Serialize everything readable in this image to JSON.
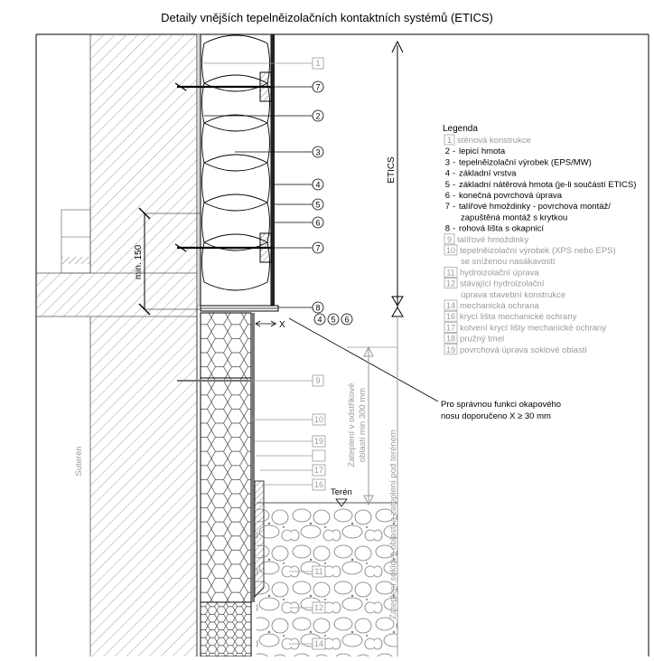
{
  "title": "Detaily vnějších tepelněizolačních kontaktních systémů (ETICS)",
  "legend": {
    "heading": "Legenda",
    "items": [
      {
        "num": "1",
        "text": "stěnová konstrukce",
        "boxed": true,
        "gray": true
      },
      {
        "num": "2",
        "text": "lepicí hmota",
        "boxed": false,
        "gray": false
      },
      {
        "num": "3",
        "text": "tepelněizolační výrobek (EPS/MW)",
        "boxed": false,
        "gray": false
      },
      {
        "num": "4",
        "text": "základní vrstva",
        "boxed": false,
        "gray": false
      },
      {
        "num": "5",
        "text": "základní nátěrová hmota (je-li součástí ETICS)",
        "boxed": false,
        "gray": false
      },
      {
        "num": "6",
        "text": "konečná povrchová úprava",
        "boxed": false,
        "gray": false
      },
      {
        "num": "7",
        "text": "talířové hmoždinky - povrchová montáž/",
        "cont": "zapuštěná montáž s krytkou",
        "boxed": false,
        "gray": false
      },
      {
        "num": "8",
        "text": "rohová lišta s okapnicí",
        "boxed": false,
        "gray": false
      },
      {
        "num": "9",
        "text": "talířové hmoždinky",
        "boxed": true,
        "gray": true
      },
      {
        "num": "10",
        "text": "tepelněizolační výrobek (XPS nebo EPS)",
        "cont": "se sníženou nasákavostí",
        "boxed": true,
        "gray": true
      },
      {
        "num": "11",
        "text": "hydroizolační úprava",
        "boxed": true,
        "gray": true
      },
      {
        "num": "12",
        "text": "stávající hydroizolační",
        "cont": "úprava stavební konstrukce",
        "boxed": true,
        "gray": true
      },
      {
        "num": "14",
        "text": " mechanická ochrana",
        "boxed": true,
        "gray": true
      },
      {
        "num": "16",
        "text": "krycí lišta mechanické ochrany",
        "boxed": true,
        "gray": true
      },
      {
        "num": "17",
        "text": "kotvení krycí lišty mechanické ochrany",
        "boxed": true,
        "gray": true
      },
      {
        "num": "18",
        "text": "pružný tmel",
        "boxed": true,
        "gray": true
      },
      {
        "num": "19",
        "text": "povrchová úprava soklové oblasti",
        "boxed": true,
        "gray": true
      }
    ]
  },
  "labels": {
    "etics": "ETICS",
    "min150": "min. 150",
    "x": "X",
    "note_line1": "Pro správnou funkci okapového",
    "note_line2": "nosu doporučeno X ≥ 30 mm",
    "splash_zone_1": "Zateplení v odstřikové",
    "splash_zone_2": "oblasti min 300 mm",
    "base_zone": "Zateplení soklové oblasti a zateplení pod terénem",
    "terrain": "Terén",
    "basement": "Suterén"
  },
  "callouts": {
    "c1": "1",
    "c7a": "7",
    "c2": "2",
    "c3": "3",
    "c4": "4",
    "c5": "5",
    "c6": "6",
    "c7b": "7",
    "c8": "8",
    "c4b": "4",
    "c5b": "5",
    "c6b": "6",
    "c9": "9",
    "c10": "10",
    "c19": "19",
    "c17": "17",
    "c16": "16",
    "c11": "11",
    "c12": "12",
    "c14": "14"
  },
  "colors": {
    "line": "#000000",
    "gray": "#9a9a9a",
    "hatch": "#8a8a8a"
  }
}
